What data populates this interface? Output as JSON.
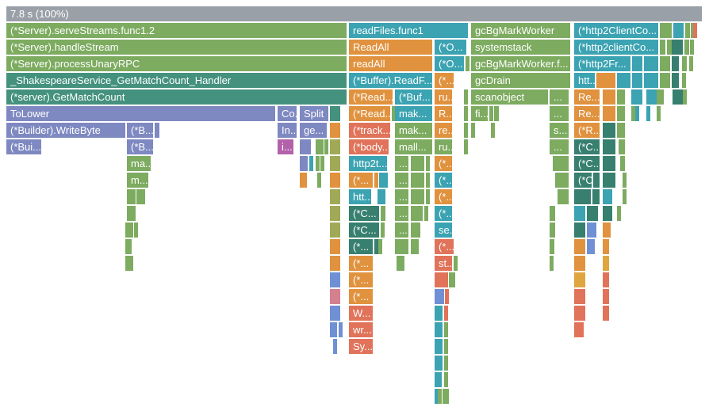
{
  "palette": {
    "gray": "#9aa0a8",
    "green": "#7dab60",
    "teal": "#44917e",
    "cyan": "#3ba3b2",
    "dkteal": "#377f6e",
    "orange": "#e0923e",
    "amber": "#dfa640",
    "salmon": "#e0735a",
    "purple": "#7e88c1",
    "magenta": "#b361ab",
    "olive": "#a0aa56",
    "blue": "#6f90d4",
    "pink": "#d5808f"
  },
  "root_label": "7.8 s (100%)",
  "blocks": [
    [
      8,
      0,
      877,
      "gray",
      "7.8 s (100%)"
    ],
    [
      8,
      1,
      429,
      "green",
      "(*Server).serveStreams.func1.2"
    ],
    [
      440,
      1,
      150,
      "cyan",
      "readFiles.func1"
    ],
    [
      594,
      1,
      125,
      "green",
      "gcBgMarkWorker"
    ],
    [
      724,
      1,
      106,
      "cyan",
      "(*http2ClientCo..."
    ],
    [
      832,
      1,
      15,
      "green",
      ""
    ],
    [
      849,
      1,
      13,
      "cyan",
      ""
    ],
    [
      864,
      1,
      6,
      "green",
      ""
    ],
    [
      871,
      1,
      2,
      "green",
      ""
    ],
    [
      874,
      1,
      3,
      "salmon",
      ""
    ],
    [
      8,
      2,
      429,
      "green",
      "(*Server).handleStream"
    ],
    [
      440,
      2,
      105,
      "orange",
      "ReadAll"
    ],
    [
      548,
      2,
      40,
      "cyan",
      "(*O..."
    ],
    [
      594,
      2,
      125,
      "green",
      "systemstack"
    ],
    [
      724,
      2,
      106,
      "cyan",
      "(*http2clientCo..."
    ],
    [
      832,
      2,
      7,
      "green",
      ""
    ],
    [
      841,
      2,
      2,
      "green",
      ""
    ],
    [
      844,
      2,
      2,
      "green",
      ""
    ],
    [
      847,
      2,
      14,
      "dkteal",
      ""
    ],
    [
      863,
      2,
      6,
      "green",
      ""
    ],
    [
      870,
      2,
      2,
      "green",
      ""
    ],
    [
      8,
      3,
      429,
      "green",
      "(*Server).processUnaryRPC"
    ],
    [
      440,
      3,
      105,
      "orange",
      "readAll"
    ],
    [
      548,
      3,
      37,
      "cyan",
      "(*O..."
    ],
    [
      587,
      3,
      3,
      "green",
      ""
    ],
    [
      594,
      3,
      125,
      "green",
      "gcBgMarkWorker.f..."
    ],
    [
      724,
      3,
      71,
      "cyan",
      "(*http2Fr..."
    ],
    [
      797,
      3,
      13,
      "cyan",
      ""
    ],
    [
      812,
      3,
      18,
      "cyan",
      ""
    ],
    [
      832,
      3,
      13,
      "green",
      ""
    ],
    [
      847,
      3,
      9,
      "dkteal",
      ""
    ],
    [
      860,
      3,
      6,
      "green",
      ""
    ],
    [
      869,
      3,
      2,
      "green",
      ""
    ],
    [
      8,
      4,
      429,
      "teal",
      "_ShakespeareService_GetMatchCount_Handler"
    ],
    [
      440,
      4,
      105,
      "cyan",
      "(*Buffer).ReadF..."
    ],
    [
      548,
      4,
      24,
      "orange",
      "(*..."
    ],
    [
      594,
      4,
      125,
      "green",
      "gcDrain"
    ],
    [
      724,
      4,
      26,
      "cyan",
      "htt..."
    ],
    [
      752,
      4,
      24,
      "orange",
      ""
    ],
    [
      778,
      4,
      17,
      "cyan",
      ""
    ],
    [
      797,
      4,
      13,
      "cyan",
      ""
    ],
    [
      812,
      4,
      18,
      "cyan",
      ""
    ],
    [
      832,
      4,
      13,
      "green",
      ""
    ],
    [
      847,
      4,
      9,
      "dkteal",
      ""
    ],
    [
      860,
      4,
      3,
      "green",
      ""
    ],
    [
      8,
      5,
      429,
      "teal",
      "(*server).GetMatchCount"
    ],
    [
      440,
      5,
      55,
      "orange",
      "(*Read..."
    ],
    [
      498,
      5,
      47,
      "cyan",
      "(*Buf..."
    ],
    [
      548,
      5,
      22,
      "orange",
      "ru..."
    ],
    [
      585,
      5,
      4,
      "green",
      ""
    ],
    [
      594,
      5,
      97,
      "green",
      "scanobject"
    ],
    [
      693,
      5,
      24,
      "green",
      "..."
    ],
    [
      724,
      5,
      32,
      "orange",
      "Re..."
    ],
    [
      760,
      5,
      16,
      "orange",
      ""
    ],
    [
      778,
      5,
      10,
      "green",
      ""
    ],
    [
      796,
      5,
      14,
      "cyan",
      ""
    ],
    [
      815,
      5,
      3,
      "cyan",
      ""
    ],
    [
      820,
      5,
      2,
      "cyan",
      ""
    ],
    [
      823,
      5,
      2,
      "cyan",
      ""
    ],
    [
      828,
      5,
      9,
      "green",
      ""
    ],
    [
      848,
      5,
      2,
      "dkteal",
      ""
    ],
    [
      851,
      5,
      2,
      "dkteal",
      ""
    ],
    [
      854,
      5,
      2,
      "dkteal",
      ""
    ],
    [
      857,
      5,
      2,
      "dkteal",
      ""
    ],
    [
      861,
      5,
      2,
      "green",
      ""
    ],
    [
      8,
      6,
      339,
      "purple",
      "ToLower"
    ],
    [
      350,
      6,
      24,
      "purple",
      "Co..."
    ],
    [
      378,
      6,
      36,
      "purple",
      "Split"
    ],
    [
      416,
      6,
      13,
      "teal",
      ""
    ],
    [
      440,
      6,
      52,
      "orange",
      "(*Read..."
    ],
    [
      494,
      6,
      2,
      "green",
      ""
    ],
    [
      498,
      6,
      47,
      "cyan",
      "mak..."
    ],
    [
      548,
      6,
      22,
      "orange",
      "R..."
    ],
    [
      585,
      6,
      4,
      "green",
      ""
    ],
    [
      594,
      6,
      21,
      "green",
      "fi..."
    ],
    [
      617,
      6,
      4,
      "green",
      ""
    ],
    [
      623,
      6,
      6,
      "green",
      ""
    ],
    [
      693,
      6,
      24,
      "green",
      "..."
    ],
    [
      724,
      6,
      32,
      "orange",
      "Re..."
    ],
    [
      760,
      6,
      16,
      "orange",
      ""
    ],
    [
      778,
      6,
      10,
      "green",
      ""
    ],
    [
      796,
      6,
      3,
      "green",
      ""
    ],
    [
      801,
      6,
      3,
      "cyan",
      ""
    ],
    [
      815,
      6,
      3,
      "cyan",
      ""
    ],
    [
      828,
      6,
      5,
      "green",
      ""
    ],
    [
      8,
      7,
      150,
      "purple",
      "(*Builder).WriteByte"
    ],
    [
      160,
      7,
      33,
      "purple",
      "(*B..."
    ],
    [
      195,
      7,
      6,
      "purple",
      ""
    ],
    [
      350,
      7,
      24,
      "purple",
      "In..."
    ],
    [
      378,
      7,
      34,
      "purple",
      "ge..."
    ],
    [
      416,
      7,
      13,
      "orange",
      ""
    ],
    [
      440,
      7,
      52,
      "salmon",
      "(*track..."
    ],
    [
      498,
      7,
      47,
      "green",
      "mak..."
    ],
    [
      548,
      7,
      22,
      "orange",
      "re..."
    ],
    [
      585,
      7,
      4,
      "green",
      ""
    ],
    [
      594,
      7,
      3,
      "green",
      ""
    ],
    [
      619,
      7,
      3,
      "green",
      ""
    ],
    [
      693,
      7,
      24,
      "green",
      "s..."
    ],
    [
      724,
      7,
      32,
      "orange",
      "(*R..."
    ],
    [
      760,
      7,
      16,
      "dkteal",
      ""
    ],
    [
      778,
      7,
      10,
      "green",
      ""
    ],
    [
      8,
      8,
      44,
      "purple",
      "(*Bui..."
    ],
    [
      160,
      8,
      33,
      "purple",
      "(*B..."
    ],
    [
      350,
      8,
      20,
      "magenta",
      "i..."
    ],
    [
      378,
      8,
      14,
      "purple",
      ""
    ],
    [
      398,
      8,
      3,
      "green",
      ""
    ],
    [
      403,
      8,
      3,
      "green",
      ""
    ],
    [
      409,
      8,
      4,
      "green",
      ""
    ],
    [
      416,
      8,
      13,
      "olive",
      ""
    ],
    [
      440,
      8,
      50,
      "salmon",
      "(*body..."
    ],
    [
      498,
      8,
      47,
      "green",
      "mall..."
    ],
    [
      548,
      8,
      22,
      "green",
      "ru..."
    ],
    [
      585,
      8,
      4,
      "green",
      ""
    ],
    [
      693,
      8,
      24,
      "green",
      "..."
    ],
    [
      724,
      8,
      32,
      "dkteal",
      "(*C..."
    ],
    [
      760,
      8,
      16,
      "dkteal",
      ""
    ],
    [
      780,
      8,
      8,
      "green",
      ""
    ],
    [
      160,
      9,
      30,
      "green",
      "ma..."
    ],
    [
      378,
      9,
      10,
      "purple",
      ""
    ],
    [
      390,
      9,
      4,
      "cyan",
      ""
    ],
    [
      398,
      9,
      4,
      "green",
      ""
    ],
    [
      404,
      9,
      4,
      "green",
      ""
    ],
    [
      416,
      9,
      13,
      "olive",
      ""
    ],
    [
      440,
      9,
      48,
      "cyan",
      "http2t..."
    ],
    [
      498,
      9,
      17,
      "green",
      "..."
    ],
    [
      518,
      9,
      17,
      "green",
      ""
    ],
    [
      537,
      9,
      5,
      "green",
      ""
    ],
    [
      548,
      9,
      22,
      "orange",
      "(*..."
    ],
    [
      697,
      9,
      20,
      "green",
      ""
    ],
    [
      724,
      9,
      32,
      "dkteal",
      "(*C..."
    ],
    [
      760,
      9,
      16,
      "dkteal",
      ""
    ],
    [
      782,
      9,
      6,
      "green",
      ""
    ],
    [
      160,
      10,
      27,
      "green",
      "m..."
    ],
    [
      378,
      10,
      9,
      "orange",
      ""
    ],
    [
      400,
      10,
      2,
      "green",
      ""
    ],
    [
      416,
      10,
      13,
      "orange",
      ""
    ],
    [
      440,
      10,
      30,
      "orange",
      "(*..."
    ],
    [
      472,
      10,
      4,
      "orange",
      ""
    ],
    [
      478,
      10,
      11,
      "cyan",
      ""
    ],
    [
      498,
      10,
      17,
      "green",
      "..."
    ],
    [
      518,
      10,
      17,
      "green",
      ""
    ],
    [
      537,
      10,
      5,
      "green",
      ""
    ],
    [
      548,
      10,
      22,
      "cyan",
      "(*..."
    ],
    [
      700,
      10,
      17,
      "green",
      ""
    ],
    [
      724,
      10,
      22,
      "dkteal",
      "(*C..."
    ],
    [
      748,
      10,
      8,
      "dkteal",
      ""
    ],
    [
      760,
      10,
      16,
      "dkteal",
      ""
    ],
    [
      785,
      10,
      4,
      "green",
      ""
    ],
    [
      160,
      11,
      11,
      "green",
      ""
    ],
    [
      172,
      11,
      2,
      "green",
      ""
    ],
    [
      175,
      11,
      2,
      "green",
      ""
    ],
    [
      178,
      11,
      2,
      "green",
      ""
    ],
    [
      416,
      11,
      13,
      "olive",
      ""
    ],
    [
      440,
      11,
      28,
      "cyan",
      "htt..."
    ],
    [
      476,
      11,
      10,
      "cyan",
      ""
    ],
    [
      498,
      11,
      17,
      "green",
      "..."
    ],
    [
      518,
      11,
      17,
      "green",
      ""
    ],
    [
      537,
      11,
      3,
      "green",
      ""
    ],
    [
      548,
      11,
      22,
      "orange",
      "(*..."
    ],
    [
      703,
      11,
      14,
      "green",
      ""
    ],
    [
      724,
      11,
      21,
      "dkteal",
      ""
    ],
    [
      747,
      11,
      9,
      "dkteal",
      ""
    ],
    [
      760,
      11,
      12,
      "cyan",
      ""
    ],
    [
      785,
      11,
      4,
      "green",
      ""
    ],
    [
      160,
      12,
      11,
      "green",
      ""
    ],
    [
      416,
      12,
      13,
      "olive",
      ""
    ],
    [
      440,
      12,
      38,
      "dkteal",
      "(*C..."
    ],
    [
      480,
      12,
      6,
      "green",
      ""
    ],
    [
      498,
      12,
      17,
      "green",
      "..."
    ],
    [
      518,
      12,
      15,
      "green",
      ""
    ],
    [
      535,
      12,
      2,
      "green",
      ""
    ],
    [
      548,
      12,
      22,
      "cyan",
      "(*..."
    ],
    [
      693,
      12,
      7,
      "green",
      ""
    ],
    [
      724,
      12,
      14,
      "cyan",
      ""
    ],
    [
      740,
      12,
      14,
      "dkteal",
      ""
    ],
    [
      760,
      12,
      12,
      "dkteal",
      ""
    ],
    [
      778,
      12,
      3,
      "green",
      ""
    ],
    [
      158,
      13,
      10,
      "green",
      ""
    ],
    [
      169,
      13,
      2,
      "green",
      ""
    ],
    [
      416,
      13,
      13,
      "olive",
      ""
    ],
    [
      440,
      13,
      38,
      "dkteal",
      "(*C..."
    ],
    [
      480,
      13,
      3,
      "green",
      ""
    ],
    [
      498,
      13,
      17,
      "green",
      "..."
    ],
    [
      518,
      13,
      12,
      "green",
      ""
    ],
    [
      548,
      13,
      22,
      "cyan",
      "se..."
    ],
    [
      693,
      13,
      7,
      "green",
      ""
    ],
    [
      724,
      13,
      14,
      "dkteal",
      ""
    ],
    [
      740,
      13,
      12,
      "blue",
      ""
    ],
    [
      760,
      13,
      10,
      "orange",
      ""
    ],
    [
      158,
      14,
      8,
      "green",
      ""
    ],
    [
      416,
      14,
      13,
      "orange",
      ""
    ],
    [
      440,
      14,
      30,
      "dkteal",
      "(*..."
    ],
    [
      472,
      14,
      3,
      "dkteal",
      ""
    ],
    [
      477,
      14,
      3,
      "green",
      ""
    ],
    [
      498,
      14,
      17,
      "green",
      ""
    ],
    [
      518,
      14,
      10,
      "green",
      ""
    ],
    [
      548,
      14,
      24,
      "salmon",
      "(*..."
    ],
    [
      693,
      14,
      6,
      "green",
      ""
    ],
    [
      724,
      14,
      14,
      "orange",
      ""
    ],
    [
      740,
      14,
      10,
      "blue",
      ""
    ],
    [
      760,
      14,
      8,
      "orange",
      ""
    ],
    [
      158,
      15,
      4,
      "green",
      ""
    ],
    [
      163,
      15,
      2,
      "green",
      ""
    ],
    [
      416,
      15,
      13,
      "orange",
      ""
    ],
    [
      440,
      15,
      30,
      "orange",
      "(*..."
    ],
    [
      500,
      15,
      3,
      "green",
      ""
    ],
    [
      505,
      15,
      3,
      "green",
      ""
    ],
    [
      548,
      15,
      22,
      "salmon",
      "st..."
    ],
    [
      572,
      15,
      4,
      "green",
      ""
    ],
    [
      693,
      15,
      5,
      "green",
      ""
    ],
    [
      724,
      15,
      14,
      "orange",
      ""
    ],
    [
      760,
      15,
      8,
      "amber",
      ""
    ],
    [
      416,
      16,
      13,
      "blue",
      ""
    ],
    [
      440,
      16,
      30,
      "orange",
      "(*..."
    ],
    [
      548,
      16,
      17,
      "salmon",
      ""
    ],
    [
      566,
      16,
      2,
      "green",
      ""
    ],
    [
      569,
      16,
      2,
      "green",
      ""
    ],
    [
      724,
      16,
      14,
      "amber",
      ""
    ],
    [
      760,
      16,
      8,
      "salmon",
      ""
    ],
    [
      416,
      17,
      13,
      "pink",
      ""
    ],
    [
      440,
      17,
      30,
      "orange",
      "(*..."
    ],
    [
      548,
      17,
      12,
      "blue",
      ""
    ],
    [
      561,
      17,
      5,
      "salmon",
      ""
    ],
    [
      724,
      17,
      14,
      "salmon",
      ""
    ],
    [
      760,
      17,
      8,
      "salmon",
      ""
    ],
    [
      416,
      18,
      13,
      "blue",
      ""
    ],
    [
      440,
      18,
      30,
      "salmon",
      "W..."
    ],
    [
      548,
      18,
      10,
      "cyan",
      ""
    ],
    [
      560,
      18,
      5,
      "salmon",
      ""
    ],
    [
      724,
      18,
      14,
      "salmon",
      ""
    ],
    [
      760,
      18,
      8,
      "salmon",
      ""
    ],
    [
      416,
      19,
      9,
      "blue",
      ""
    ],
    [
      427,
      19,
      3,
      "blue",
      ""
    ],
    [
      440,
      19,
      30,
      "salmon",
      "wr..."
    ],
    [
      548,
      19,
      10,
      "cyan",
      ""
    ],
    [
      560,
      19,
      5,
      "green",
      ""
    ],
    [
      724,
      19,
      12,
      "salmon",
      ""
    ],
    [
      420,
      20,
      5,
      "blue",
      ""
    ],
    [
      440,
      20,
      30,
      "salmon",
      "Sy..."
    ],
    [
      548,
      20,
      10,
      "cyan",
      ""
    ],
    [
      560,
      20,
      5,
      "green",
      ""
    ],
    [
      548,
      21,
      10,
      "cyan",
      ""
    ],
    [
      560,
      21,
      5,
      "green",
      ""
    ],
    [
      548,
      22,
      9,
      "cyan",
      ""
    ],
    [
      560,
      22,
      5,
      "green",
      ""
    ],
    [
      548,
      23,
      3,
      "cyan",
      ""
    ],
    [
      552,
      23,
      2,
      "green",
      ""
    ],
    [
      558,
      23,
      8,
      "green",
      ""
    ]
  ]
}
